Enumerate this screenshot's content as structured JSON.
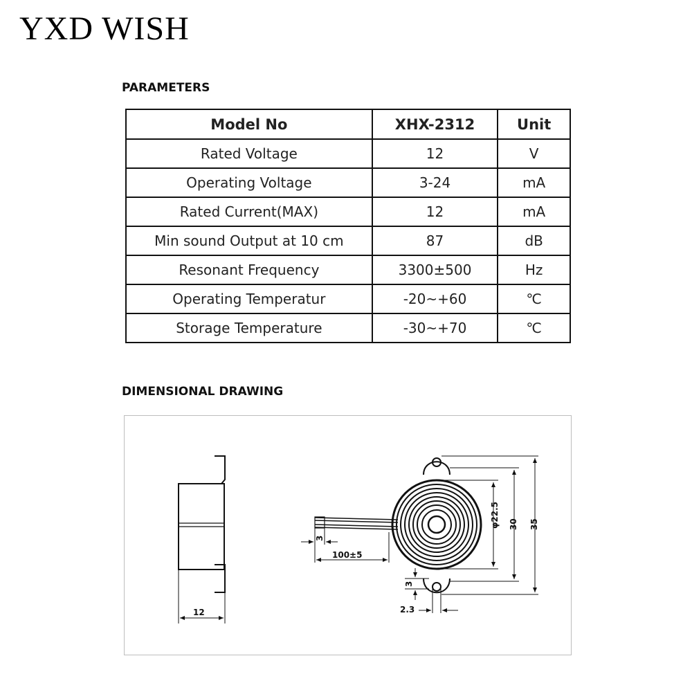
{
  "brand": "YXD WISH",
  "parameters": {
    "title": "PARAMETERS",
    "header": {
      "name": "Model No",
      "value": "XHX-2312",
      "unit": "Unit"
    },
    "rows": [
      {
        "name": "Rated Voltage",
        "value": "12",
        "unit": "V"
      },
      {
        "name": "Operating Voltage",
        "value": "3-24",
        "unit": "mA"
      },
      {
        "name": "Rated Current(MAX)",
        "value": "12",
        "unit": "mA"
      },
      {
        "name": "Min sound Output at 10 cm",
        "value": "87",
        "unit": "dB"
      },
      {
        "name": "Resonant Frequency",
        "value": "3300±500",
        "unit": "Hz"
      },
      {
        "name": "Operating Temperatur",
        "value": "-20~+60",
        "unit": "℃"
      },
      {
        "name": "Storage Temperature",
        "value": "-30~+70",
        "unit": "℃"
      }
    ]
  },
  "drawing": {
    "title": "DIMENSIONAL DRAWING",
    "dimensions": {
      "thickness": "12",
      "lead_length": "100±5",
      "lead_strip": "3",
      "diameter": "φ22.5",
      "body_height": "30",
      "overall_height": "35",
      "tab_hole": "3",
      "hole_width": "2.3"
    }
  }
}
